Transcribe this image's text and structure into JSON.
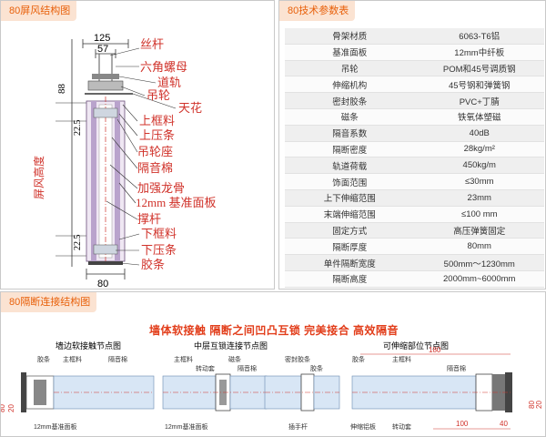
{
  "sections": {
    "structure_title": "80屏风结构图",
    "params_title": "80技术参数表",
    "connection_title": "80隔断连接结构图"
  },
  "structure": {
    "dims": {
      "top_outer": "125",
      "top_inner": "57",
      "top_left": "88",
      "mid_upper": "22.5",
      "height_label": "屏风高度",
      "mid_lower": "22.5",
      "bottom": "80"
    },
    "labels": [
      "丝杆",
      "六角螺母",
      "道轨",
      "吊轮",
      "天花",
      "上框料",
      "上压条",
      "吊轮座",
      "隔音棉",
      "加强龙骨",
      "12mm 基准面板",
      "撑杆",
      "下框料",
      "下压条",
      "胶条"
    ]
  },
  "params": {
    "rows": [
      [
        "骨架材质",
        "6063-T6铝"
      ],
      [
        "基准面板",
        "12mm中纤板"
      ],
      [
        "吊轮",
        "POM和45号调质钢"
      ],
      [
        "伸缩机构",
        "45号钢和弹簧钢"
      ],
      [
        "密封胶条",
        "PVC+丁腈"
      ],
      [
        "磁条",
        "铁氧体塑磁"
      ],
      [
        "隔音系数",
        "40dB"
      ],
      [
        "隔断密度",
        "28kg/m²"
      ],
      [
        "轨道荷载",
        "450kg/m"
      ],
      [
        "饰面范围",
        "≤30mm"
      ],
      [
        "上下伸缩范围",
        "23mm"
      ],
      [
        "末端伸缩范围",
        "≤100 mm"
      ],
      [
        "固定方式",
        "高压弹簧固定"
      ],
      [
        "隔断厚度",
        "80mm"
      ],
      [
        "单件隔断宽度",
        "500mm～1230mm"
      ],
      [
        "隔断高度",
        "2000mm~6000mm"
      ]
    ]
  },
  "connection": {
    "slogan": "墙体软接触  隔断之间凹凸互锁  完美接合  高效隔音",
    "diagrams": [
      {
        "title": "墙边软接触节点图",
        "labels": [
          "胶条",
          "主框料",
          "隔音棉",
          "12mm基准面板"
        ],
        "dims": [
          "80",
          "20"
        ]
      },
      {
        "title": "中层互锁连接节点图",
        "labels": [
          "主框料",
          "转动套",
          "磁条",
          "隔音棉",
          "12mm基准面板"
        ]
      },
      {
        "title": "",
        "labels": [
          "密封胶条",
          "胶条",
          "插手杆"
        ]
      },
      {
        "title": "可伸缩部位节点图",
        "labels": [
          "胶条",
          "主框料",
          "伸缩铝板",
          "转动套",
          "隔音棉"
        ],
        "dims": [
          "180",
          "80",
          "20",
          "100",
          "40"
        ]
      }
    ]
  },
  "colors": {
    "accent": "#e8600a",
    "tab_bg": "#fbe3d2",
    "drawing_red": "#d0322a",
    "slogan": "#e23d1a",
    "panel_blue": "#d8e6f5"
  }
}
